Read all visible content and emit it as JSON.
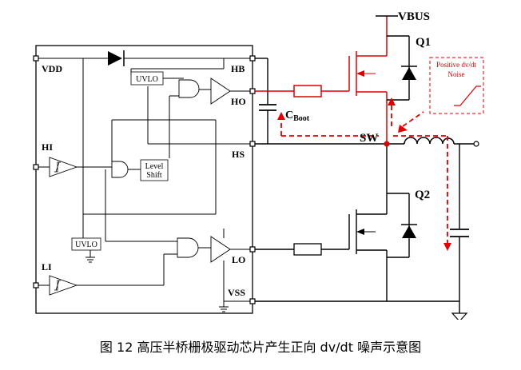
{
  "labels": {
    "vdd": "VDD",
    "hb": "HB",
    "ho": "HO",
    "hs": "HS",
    "hi": "HI",
    "li": "LI",
    "lo": "LO",
    "vss": "VSS",
    "uvlo_top": "UVLO",
    "uvlo_bottom": "UVLO",
    "level_shift_1": "Level",
    "level_shift_2": "Shift",
    "vbus": "VBUS",
    "q1": "Q1",
    "q2": "Q2",
    "cboot_main": "C",
    "cboot_sub": "Boot",
    "sw": "SW",
    "noise_1": "Positive dv/dt",
    "noise_2": "Noise"
  },
  "caption": "图 12  高压半桥栅极驱动芯片产生正向 dv/dt 噪声示意图",
  "colors": {
    "line": "#000000",
    "highlight": "#e00000"
  }
}
